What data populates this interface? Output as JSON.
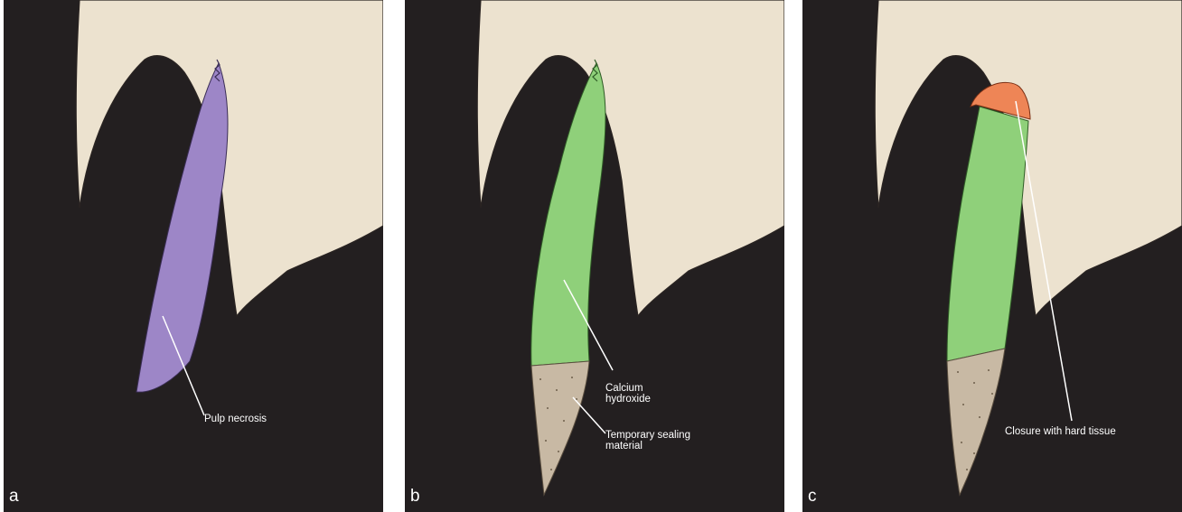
{
  "panels": [
    {
      "id": "a",
      "letter": "a",
      "pulp": "necrotic",
      "callouts": [
        {
          "text": "Pulp necrosis"
        }
      ]
    },
    {
      "id": "b",
      "letter": "b",
      "pulp": "calcium-hydroxide",
      "callouts": [
        {
          "text": "Calcium\nhydroxide"
        },
        {
          "text": "Temporary sealing\nmaterial"
        }
      ]
    },
    {
      "id": "c",
      "letter": "c",
      "pulp": "calcium-hydroxide-with-apical-barrier",
      "callouts": [
        {
          "text": "Closure with hard tissue"
        }
      ]
    }
  ],
  "colors": {
    "background": "#231f20",
    "bone": "#ece2cf",
    "marrow": "#c5b8a0",
    "gingiva": "#f18f98",
    "ligament": "#3fb2a8",
    "periodontal": "#5a9bd5",
    "dentin": "#f4c16c",
    "cementum": "#eb7a4f",
    "enamel": "#d9dbdc",
    "necrosis": "#9d86c7",
    "calcium_hydroxide": "#8fd07a",
    "sealing": "#c8b9a4",
    "hard_tissue": "#ee8556"
  }
}
